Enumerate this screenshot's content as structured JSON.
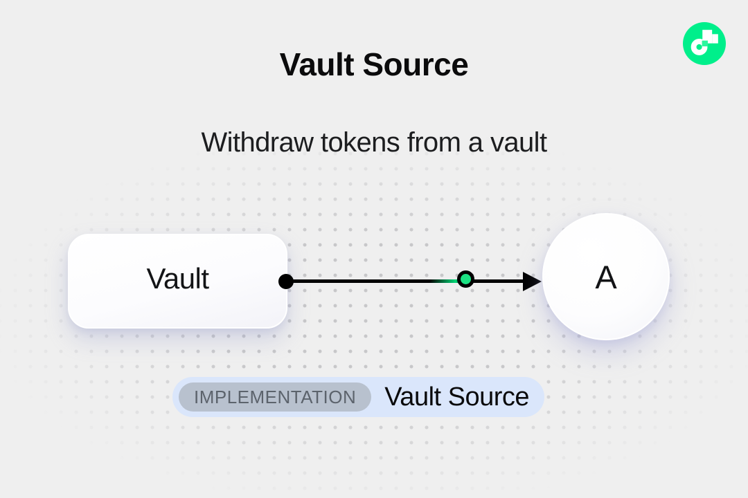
{
  "background": {
    "color": "#efefef",
    "dot_color": "#c7c7c9"
  },
  "header": {
    "title": "Vault Source",
    "subtitle": "Withdraw tokens from a vault"
  },
  "logo": {
    "name": "Flow",
    "circle_color": "#00EF8B",
    "glyph_color": "#FFFFFF",
    "notch_color": "#2BF79E"
  },
  "diagram": {
    "source_node": {
      "label": "Vault"
    },
    "target_node": {
      "label": "A"
    },
    "edge": {
      "line_color": "#000000",
      "start_dot_color": "#000000",
      "token_dot_fill": "#1be283",
      "token_dot_border": "#000000"
    }
  },
  "badge": {
    "tag_label": "IMPLEMENTATION",
    "value_label": "Vault Source",
    "container_bg": "#dae6fb",
    "tag_bg": "#b8c1ce",
    "tag_text_color": "#5c636c"
  }
}
